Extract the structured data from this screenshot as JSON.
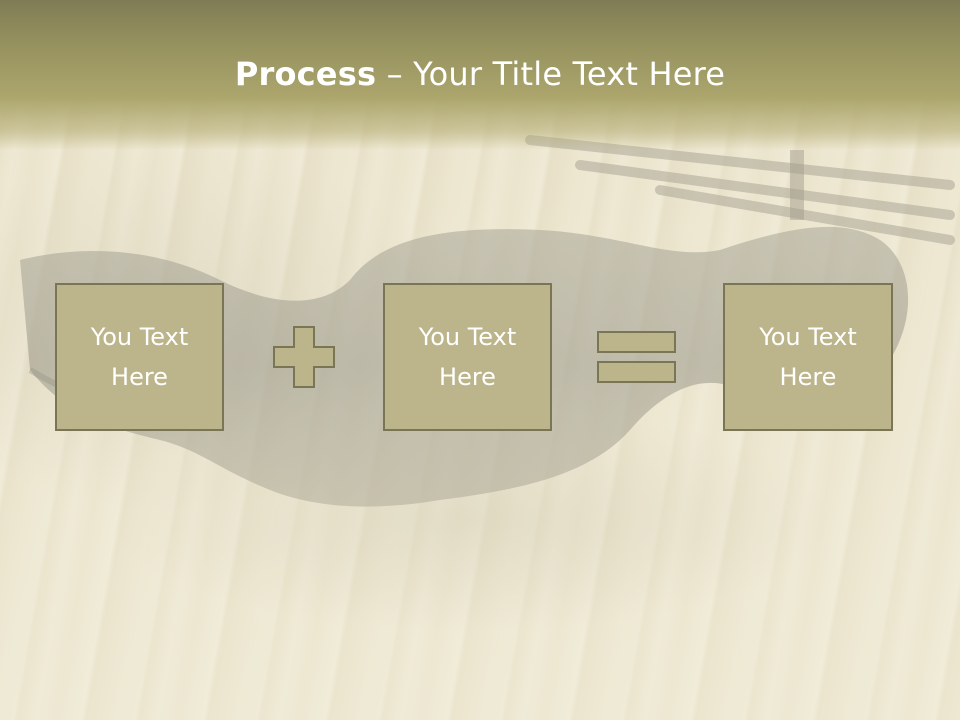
{
  "slide": {
    "title_bold": "Process",
    "title_rest": " – Your Title Text Here",
    "boxes": [
      {
        "line1": "You Text",
        "line2": "Here"
      },
      {
        "line1": "You Text",
        "line2": "Here"
      },
      {
        "line1": "You Text",
        "line2": "Here"
      }
    ],
    "operators": [
      "plus",
      "equals"
    ]
  },
  "colors": {
    "title_band": "#96925f",
    "box_fill": "#bcb48a",
    "box_border": "#7a7555",
    "text": "#ffffff"
  },
  "icons": {
    "background": "hammer-photo",
    "operator_1": "plus-icon",
    "operator_2": "equals-icon"
  }
}
